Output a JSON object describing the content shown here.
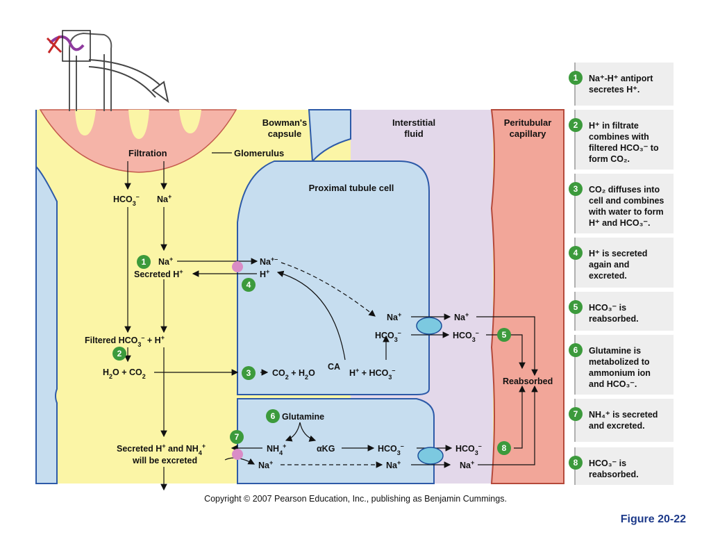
{
  "regions": {
    "bowmans_capsule": "Bowman's capsule",
    "interstitial_fluid": "Interstitial fluid",
    "peritubular_capillary": "Peritubular capillary",
    "proximal_tubule_cell": "Proximal tubule cell"
  },
  "labels": {
    "filtration": "Filtration",
    "glomerulus": "Glomerulus",
    "hco3": "HCO",
    "na": "Na",
    "secreted_h": "Secreted H",
    "filtered_hco3": "Filtered HCO",
    "plus_h": "+ H",
    "h2o_co2_a": "H",
    "h2o_co2_b": "O + CO",
    "co2_h2o_a": "CO",
    "co2_h2o_b": " + H",
    "co2_h2o_c": "O",
    "ca": "CA",
    "h_plus_hco3_a": "H",
    "h_plus_hco3_b": " + HCO",
    "reabsorbed": "Reabsorbed",
    "glutamine": "Glutamine",
    "nh4": "NH",
    "akg": "αKG",
    "secreted_h_nh4_a": "Secreted H",
    "secreted_h_nh4_b": " and NH",
    "will_be_excreted": "will be excreted",
    "h": "H"
  },
  "steps": [
    {
      "n": "1",
      "lines": [
        "Na⁺-H⁺ antiport",
        "secretes H⁺."
      ]
    },
    {
      "n": "2",
      "lines": [
        "H⁺ in filtrate",
        "combines with",
        "filtered HCO₃⁻ to",
        "form CO₂."
      ]
    },
    {
      "n": "3",
      "lines": [
        "CO₂ diffuses into",
        "cell and combines",
        "with water to form",
        "H⁺ and HCO₃⁻."
      ]
    },
    {
      "n": "4",
      "lines": [
        "H⁺ is secreted",
        "again and",
        "excreted."
      ]
    },
    {
      "n": "5",
      "lines": [
        "HCO₃⁻ is",
        "reabsorbed."
      ]
    },
    {
      "n": "6",
      "lines": [
        "Glutamine is",
        "metabolized to",
        "ammonium ion",
        "and HCO₃⁻."
      ]
    },
    {
      "n": "7",
      "lines": [
        "NH₄⁺ is secreted",
        "and excreted."
      ]
    },
    {
      "n": "8",
      "lines": [
        "HCO₃⁻ is",
        "reabsorbed."
      ]
    }
  ],
  "markers": [
    "1",
    "2",
    "3",
    "4",
    "5",
    "6",
    "7",
    "8"
  ],
  "footer": {
    "copyright": "Copyright © 2007 Pearson Education, Inc., publishing as Benjamin Cummings.",
    "figure": "Figure 20-22"
  },
  "colors": {
    "filtrate": "#fbf5a6",
    "glomerulus": "#f5b4a8",
    "cell": "#c6ddef",
    "interstitial": "#e3d8ea",
    "capillary": "#f2a699",
    "marker_green": "#3c9a3c",
    "panel": "#eeeeee"
  }
}
